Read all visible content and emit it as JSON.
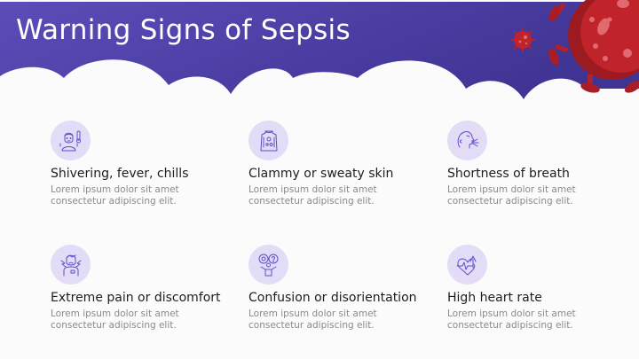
{
  "slide": {
    "title": "Warning Signs of Sepsis",
    "colors": {
      "header_gradient_start": "#5b4db8",
      "header_gradient_end": "#3f3393",
      "icon_circle": "#e3dcf7",
      "icon_stroke": "#5d4fc4",
      "virus_red": "#c0242a",
      "virus_dark": "#9b1b20",
      "title_text": "#ffffff",
      "card_title": "#1d1d1d",
      "card_desc": "#8a8a8a"
    }
  },
  "cards": [
    {
      "icon": "fever-person-thermometer-icon",
      "title": "Shivering, fever, chills",
      "desc_line1": "Lorem ipsum dolor sit amet",
      "desc_line2": "consectetur adipiscing elit."
    },
    {
      "icon": "sweaty-shirt-icon",
      "title": "Clammy or sweaty skin",
      "desc_line1": "Lorem ipsum dolor sit amet",
      "desc_line2": "consectetur adipiscing elit."
    },
    {
      "icon": "breath-head-icon",
      "title": "Shortness of breath",
      "desc_line1": "Lorem ipsum dolor sit amet",
      "desc_line2": "consectetur adipiscing elit."
    },
    {
      "icon": "pain-person-icon",
      "title": "Extreme pain or discomfort",
      "desc_line1": "Lorem ipsum dolor sit amet",
      "desc_line2": "consectetur adipiscing elit."
    },
    {
      "icon": "confused-person-icon",
      "title": "Confusion or disorientation",
      "desc_line1": "Lorem ipsum dolor sit amet",
      "desc_line2": "consectetur adipiscing elit."
    },
    {
      "icon": "heart-rate-up-icon",
      "title": "High heart rate",
      "desc_line1": "Lorem ipsum dolor sit amet",
      "desc_line2": "consectetur adipiscing elit."
    }
  ]
}
